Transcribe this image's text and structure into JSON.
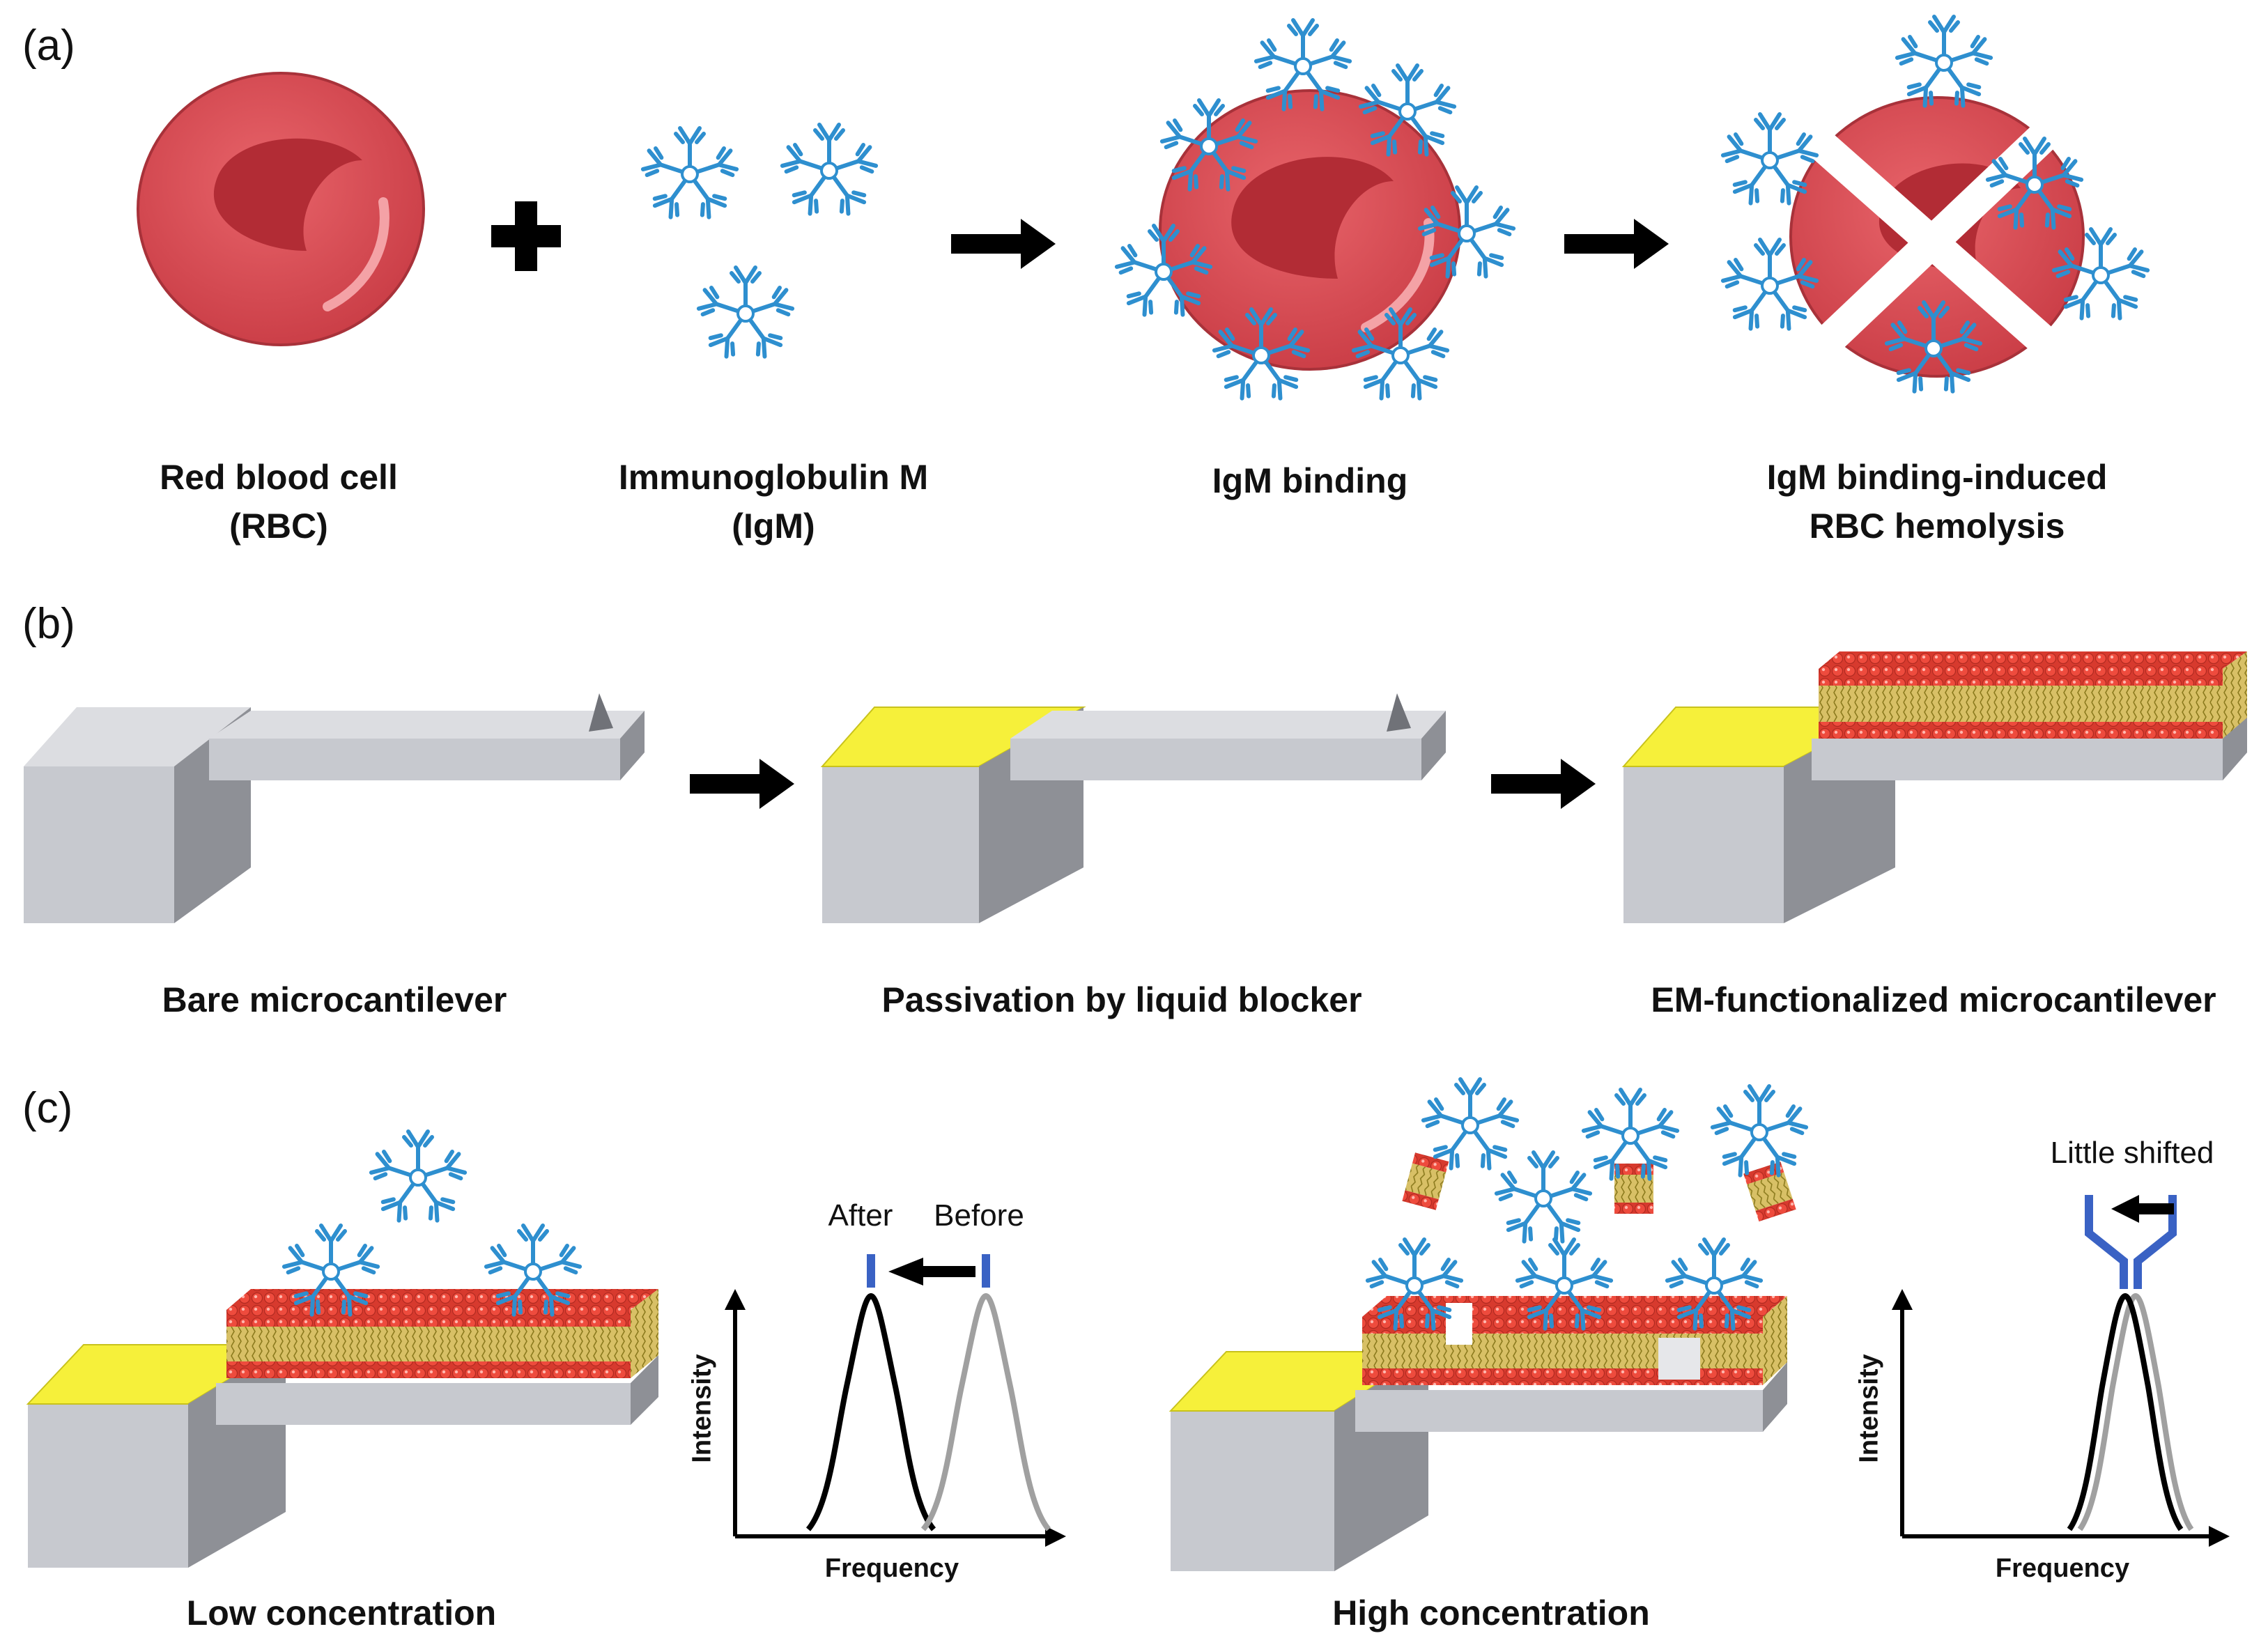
{
  "panels": {
    "a": "(a)",
    "b": "(b)",
    "c": "(c)"
  },
  "panel_a": {
    "rbc_label_1": "Red blood cell",
    "rbc_label_2": "(RBC)",
    "igm_label_1": "Immunoglobulin M",
    "igm_label_2": "(IgM)",
    "binding_label": "IgM binding",
    "hemolysis_label_1": "IgM binding-induced",
    "hemolysis_label_2": "RBC hemolysis"
  },
  "panel_b": {
    "bare_label": "Bare microcantilever",
    "passivation_label": "Passivation by liquid blocker",
    "em_label": "EM-functionalized microcantilever"
  },
  "panel_c": {
    "low_label": "Low concentration",
    "high_label": "High concentration",
    "after_label": "After",
    "before_label": "Before",
    "little_shifted_label": "Little shifted",
    "intensity_label": "Intensity",
    "frequency_label": "Frequency"
  },
  "colors": {
    "rbc": "#e0545a",
    "rbc_dark": "#b22c35",
    "igm": "#2e8fcf",
    "gold": "#f6f03a",
    "cantilever": "#c7c9cf",
    "lipid_head": "#e0392d",
    "lipid_tail": "#c6a12c",
    "peak_after": "#000000",
    "peak_before": "#a0a0a0",
    "marker": "#3a62c4"
  }
}
